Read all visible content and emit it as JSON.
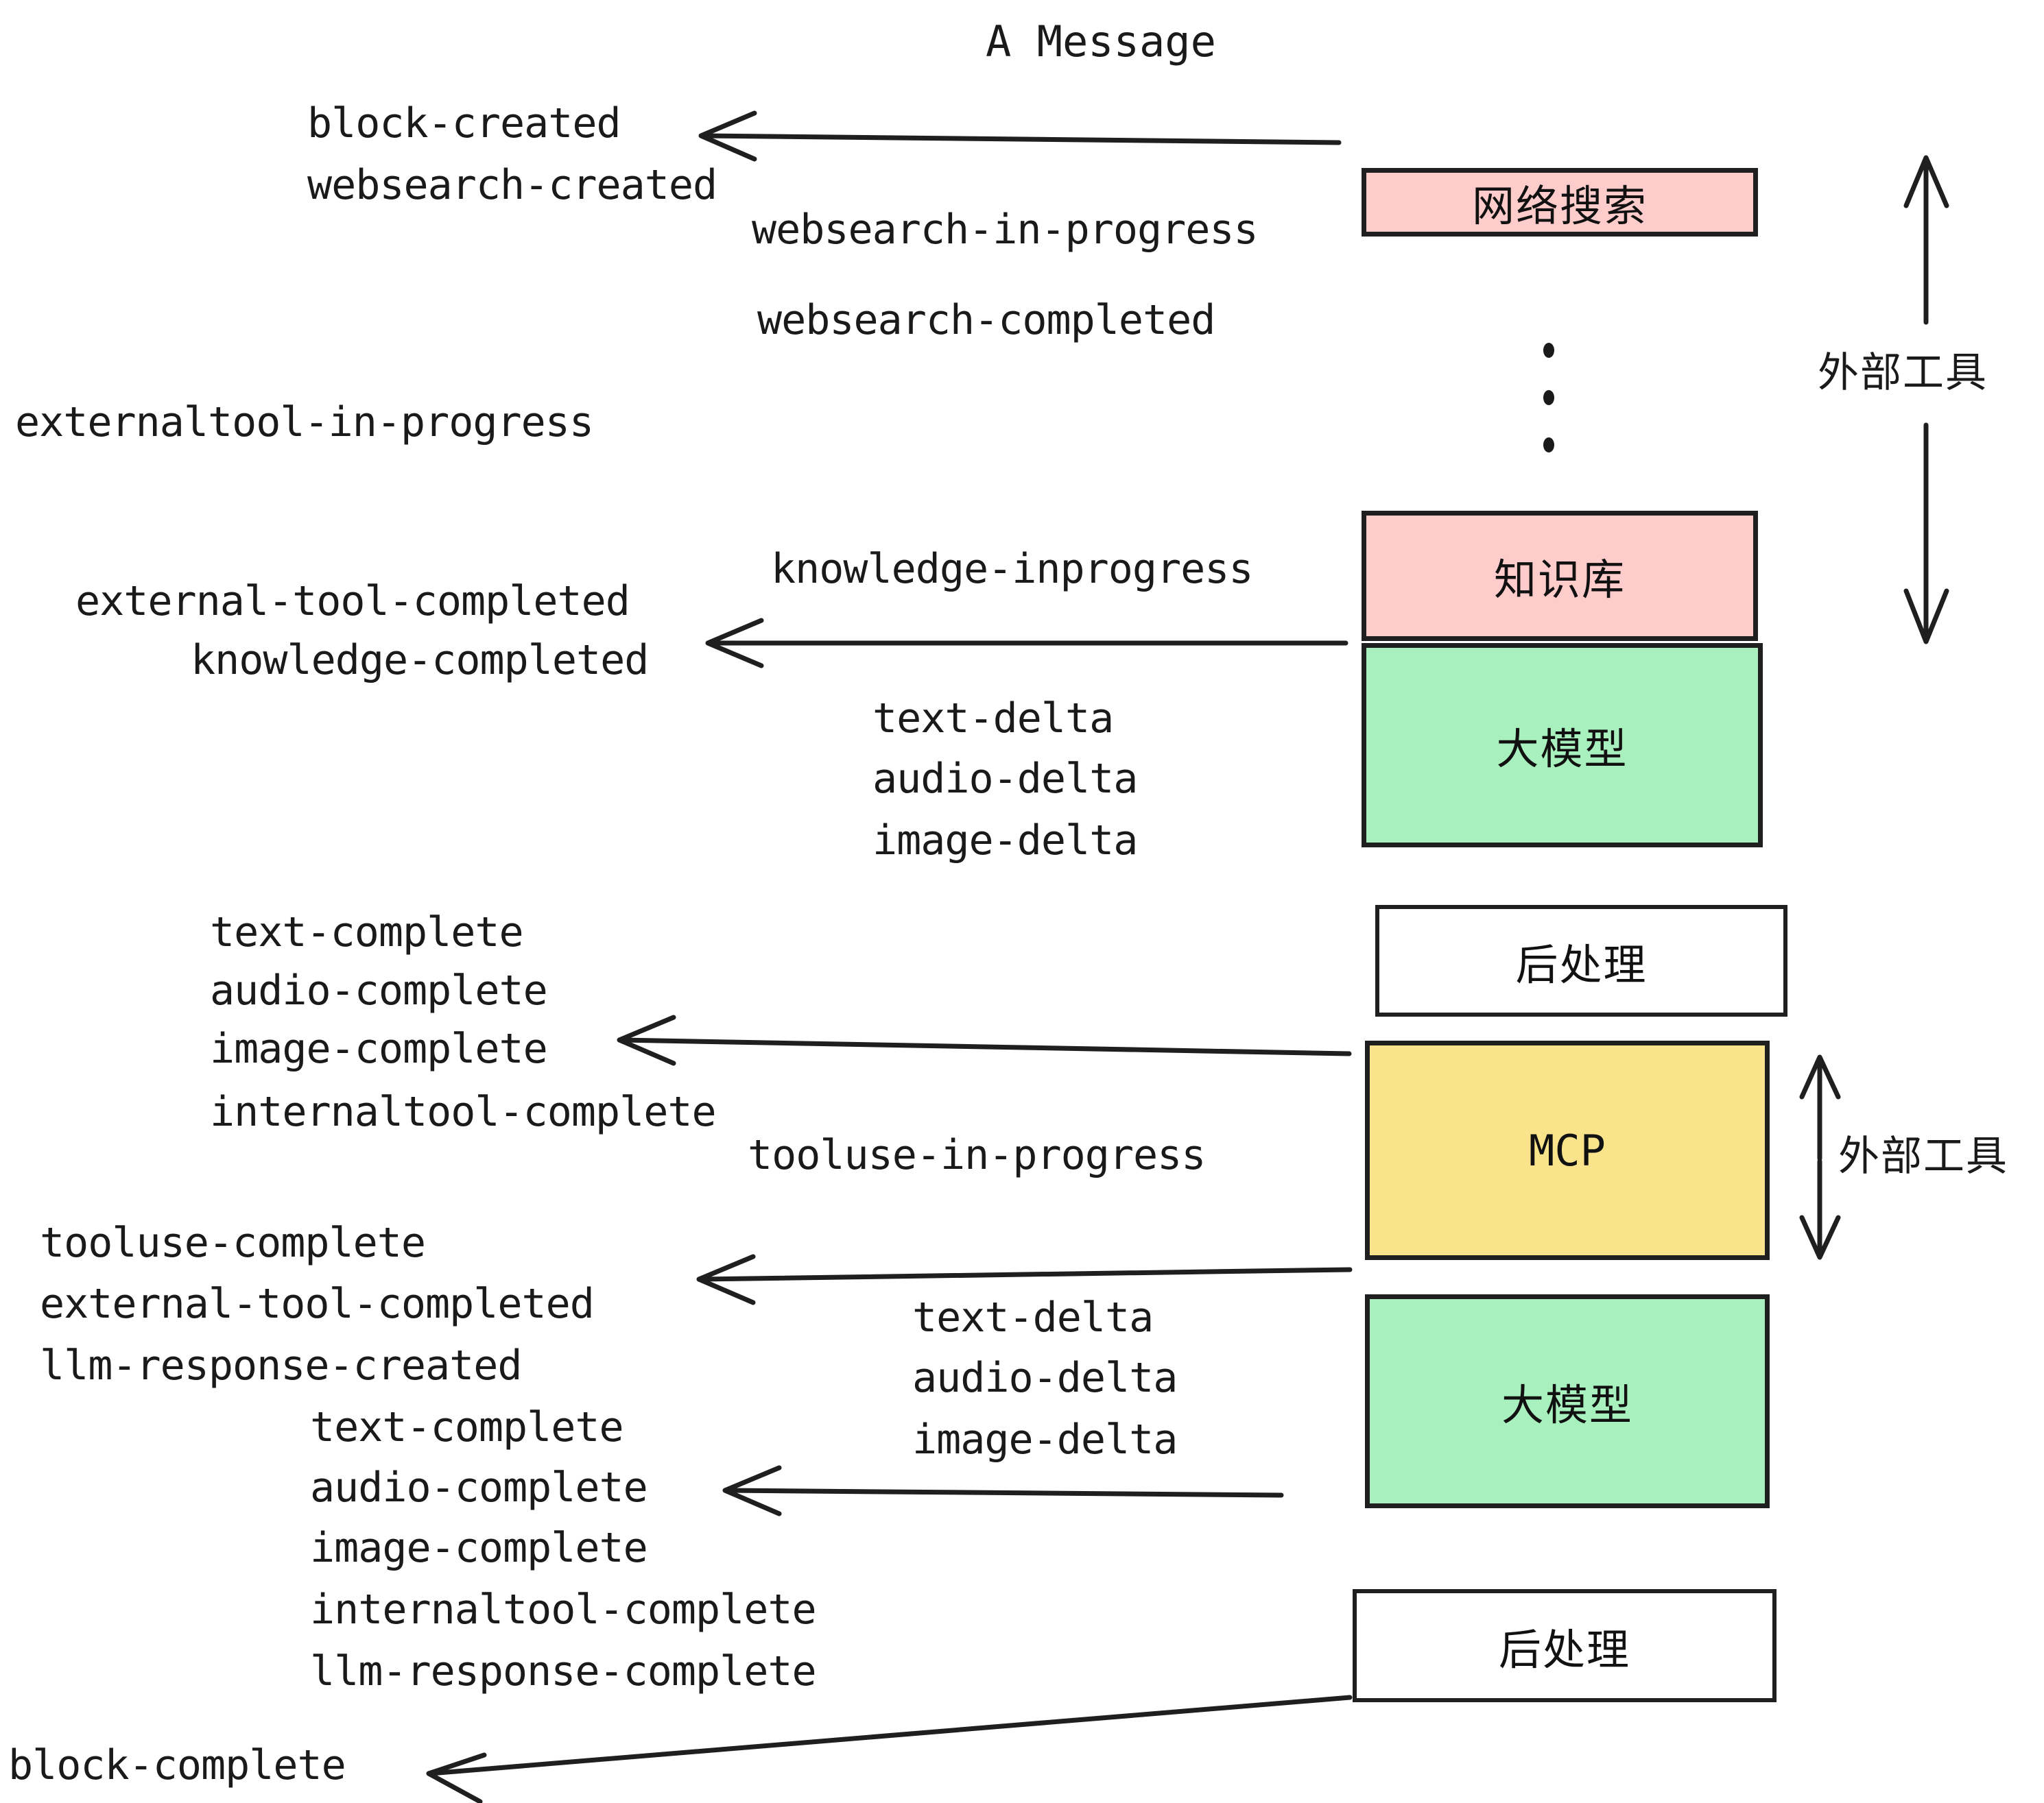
{
  "title": "A Message",
  "boxes": [
    {
      "id": "websearch",
      "label": "网络搜索",
      "color": "#FFCCCC",
      "kind": "cjk"
    },
    {
      "id": "knowledge",
      "label": "知识库",
      "color": "#FFCCCC",
      "kind": "cjk"
    },
    {
      "id": "llm-1",
      "label": "大模型",
      "color": "#A8F0BE",
      "kind": "cjk"
    },
    {
      "id": "postprocess-1",
      "label": "后处理",
      "color": "#FFFFFF",
      "kind": "cjk"
    },
    {
      "id": "mcp",
      "label": "MCP",
      "color": "#FAE48B",
      "kind": "mono"
    },
    {
      "id": "llm-2",
      "label": "大模型",
      "color": "#A8F0BE",
      "kind": "cjk"
    },
    {
      "id": "postprocess-2",
      "label": "后处理",
      "color": "#FFFFFF",
      "kind": "cjk"
    }
  ],
  "group_labels": [
    {
      "id": "external-tools-top",
      "label": "外部工具"
    },
    {
      "id": "external-tools-bottom",
      "label": "外部工具"
    }
  ],
  "events": [
    {
      "id": "block-created",
      "text": "block-created"
    },
    {
      "id": "websearch-created",
      "text": "websearch-created"
    },
    {
      "id": "websearch-in-progress",
      "text": "websearch-in-progress"
    },
    {
      "id": "websearch-completed",
      "text": "websearch-completed"
    },
    {
      "id": "externaltool-in-progress",
      "text": "externaltool-in-progress"
    },
    {
      "id": "knowledge-inprogress",
      "text": "knowledge-inprogress"
    },
    {
      "id": "external-tool-completed-1",
      "text": "external-tool-completed"
    },
    {
      "id": "knowledge-completed",
      "text": "knowledge-completed"
    },
    {
      "id": "text-delta-1",
      "text": "text-delta"
    },
    {
      "id": "audio-delta-1",
      "text": "audio-delta"
    },
    {
      "id": "image-delta-1",
      "text": "image-delta"
    },
    {
      "id": "text-complete-1",
      "text": "text-complete"
    },
    {
      "id": "audio-complete-1",
      "text": "audio-complete"
    },
    {
      "id": "image-complete-1",
      "text": "image-complete"
    },
    {
      "id": "internaltool-complete-1",
      "text": "internaltool-complete"
    },
    {
      "id": "tooluse-in-progress",
      "text": "tooluse-in-progress"
    },
    {
      "id": "tooluse-complete",
      "text": "tooluse-complete"
    },
    {
      "id": "external-tool-completed-2",
      "text": "external-tool-completed"
    },
    {
      "id": "llm-response-created",
      "text": "llm-response-created"
    },
    {
      "id": "text-delta-2",
      "text": "text-delta"
    },
    {
      "id": "audio-delta-2",
      "text": "audio-delta"
    },
    {
      "id": "image-delta-2",
      "text": "image-delta"
    },
    {
      "id": "text-complete-2",
      "text": "text-complete"
    },
    {
      "id": "audio-complete-2",
      "text": "audio-complete"
    },
    {
      "id": "image-complete-2",
      "text": "image-complete"
    },
    {
      "id": "internaltool-complete-2",
      "text": "internaltool-complete"
    },
    {
      "id": "llm-response-complete",
      "text": "llm-response-complete"
    },
    {
      "id": "block-complete",
      "text": "block-complete"
    }
  ],
  "colors": {
    "pink": "#FFCCCC",
    "green": "#A8F0BE",
    "yellow": "#FAE48B",
    "white": "#FFFFFF",
    "ink": "#1F1F1F"
  }
}
